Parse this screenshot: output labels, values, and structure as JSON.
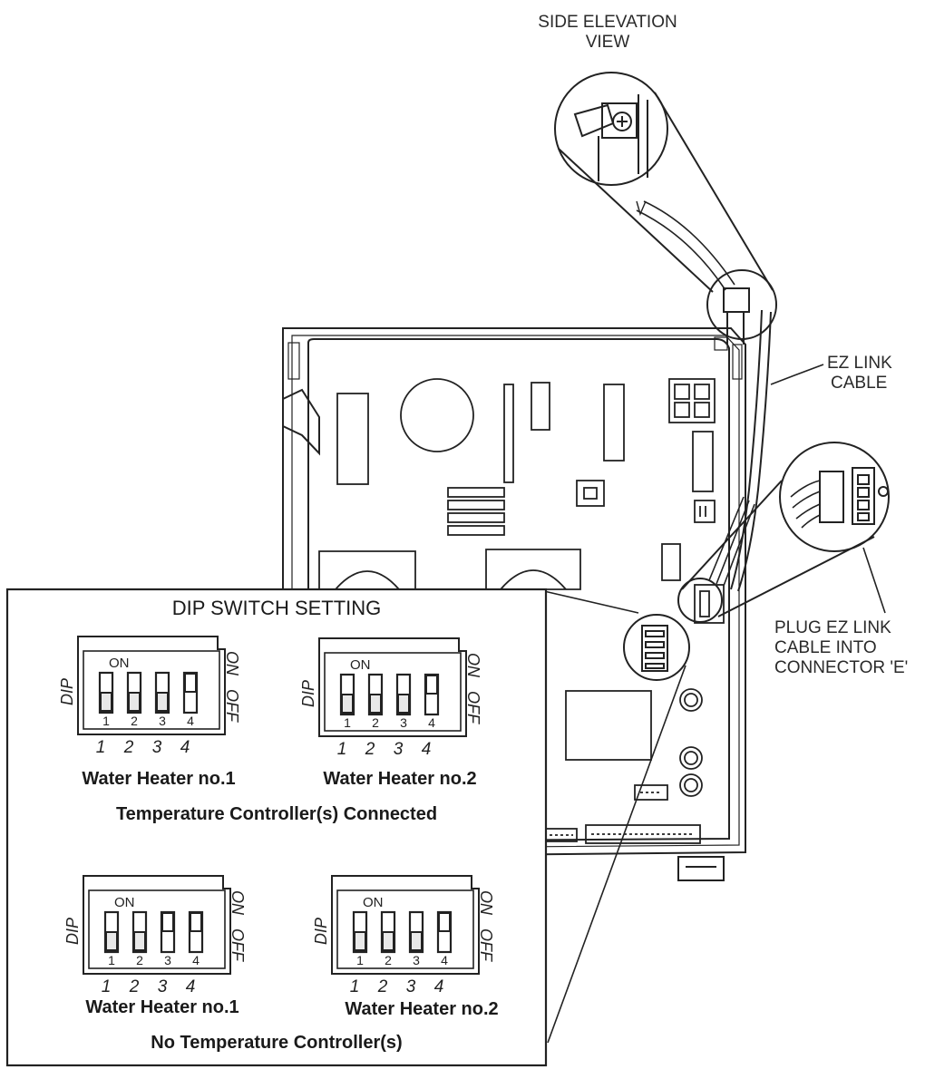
{
  "labels": {
    "side_elevation": [
      "SIDE ELEVATION",
      "VIEW"
    ],
    "ez_link_cable": [
      "EZ LINK",
      "CABLE"
    ],
    "plug_ez_link": [
      "PLUG EZ LINK",
      "CABLE INTO",
      "CONNECTOR 'E'"
    ]
  },
  "panel": {
    "title": "DIP SWITCH SETTING",
    "group1_caption": "Temperature Controller(s) Connected",
    "group2_caption": "No Temperature Controller(s)"
  },
  "dip_text": {
    "dip": "DIP",
    "on": "ON",
    "off": "OFF",
    "on_body": "ON"
  },
  "switch_blocks": [
    {
      "caption": "Water Heater no.1",
      "numbers": [
        "1",
        "2",
        "3",
        "4"
      ],
      "positions": [
        "OFF",
        "OFF",
        "OFF",
        "ON"
      ]
    },
    {
      "caption": "Water Heater no.2",
      "numbers": [
        "1",
        "2",
        "3",
        "4"
      ],
      "positions": [
        "OFF",
        "OFF",
        "OFF",
        "ON"
      ]
    },
    {
      "caption": "Water Heater no.1",
      "numbers": [
        "1",
        "2",
        "3",
        "4"
      ],
      "positions": [
        "OFF",
        "OFF",
        "ON",
        "ON"
      ]
    },
    {
      "caption": "Water Heater no.2",
      "numbers": [
        "1",
        "2",
        "3",
        "4"
      ],
      "positions": [
        "OFF",
        "OFF",
        "OFF",
        "ON"
      ]
    }
  ]
}
